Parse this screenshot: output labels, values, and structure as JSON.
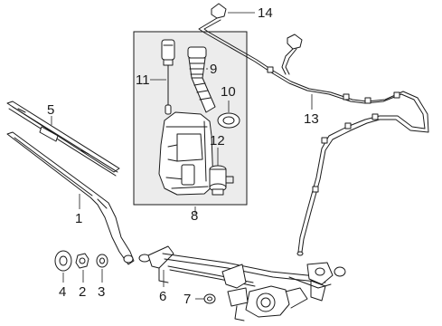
{
  "colors": {
    "line": "#1a1a1a",
    "box_fill": "#ececec",
    "background": "#ffffff"
  },
  "callouts": {
    "c1": "1",
    "c2": "2",
    "c3": "3",
    "c4": "4",
    "c5": "5",
    "c6": "6",
    "c7": "7",
    "c8": "8",
    "c9": "9",
    "c10": "10",
    "c11": "11",
    "c12": "12",
    "c13": "13",
    "c14": "14"
  }
}
